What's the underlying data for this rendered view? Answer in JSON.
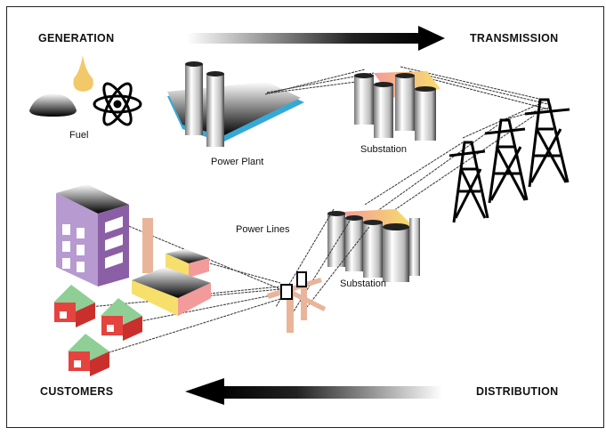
{
  "stages": {
    "generation": "GENERATION",
    "transmission": "TRANSMISSION",
    "distribution": "DISTRIBUTION",
    "customers": "CUSTOMERS"
  },
  "components": {
    "fuel": "Fuel",
    "power_plant": "Power Plant",
    "substation_transmission": "Substation",
    "substation_distribution": "Substation",
    "power_lines": "Power Lines"
  },
  "colors": {
    "plant_base": "#35a9d6",
    "building": "#b69ad0",
    "house_roof": "#8fcf96",
    "house_wall": "#e5433f",
    "oil_drop": "#f2c96a",
    "pole": "#e8b59a",
    "transformer_accent": "#f39a9a"
  }
}
